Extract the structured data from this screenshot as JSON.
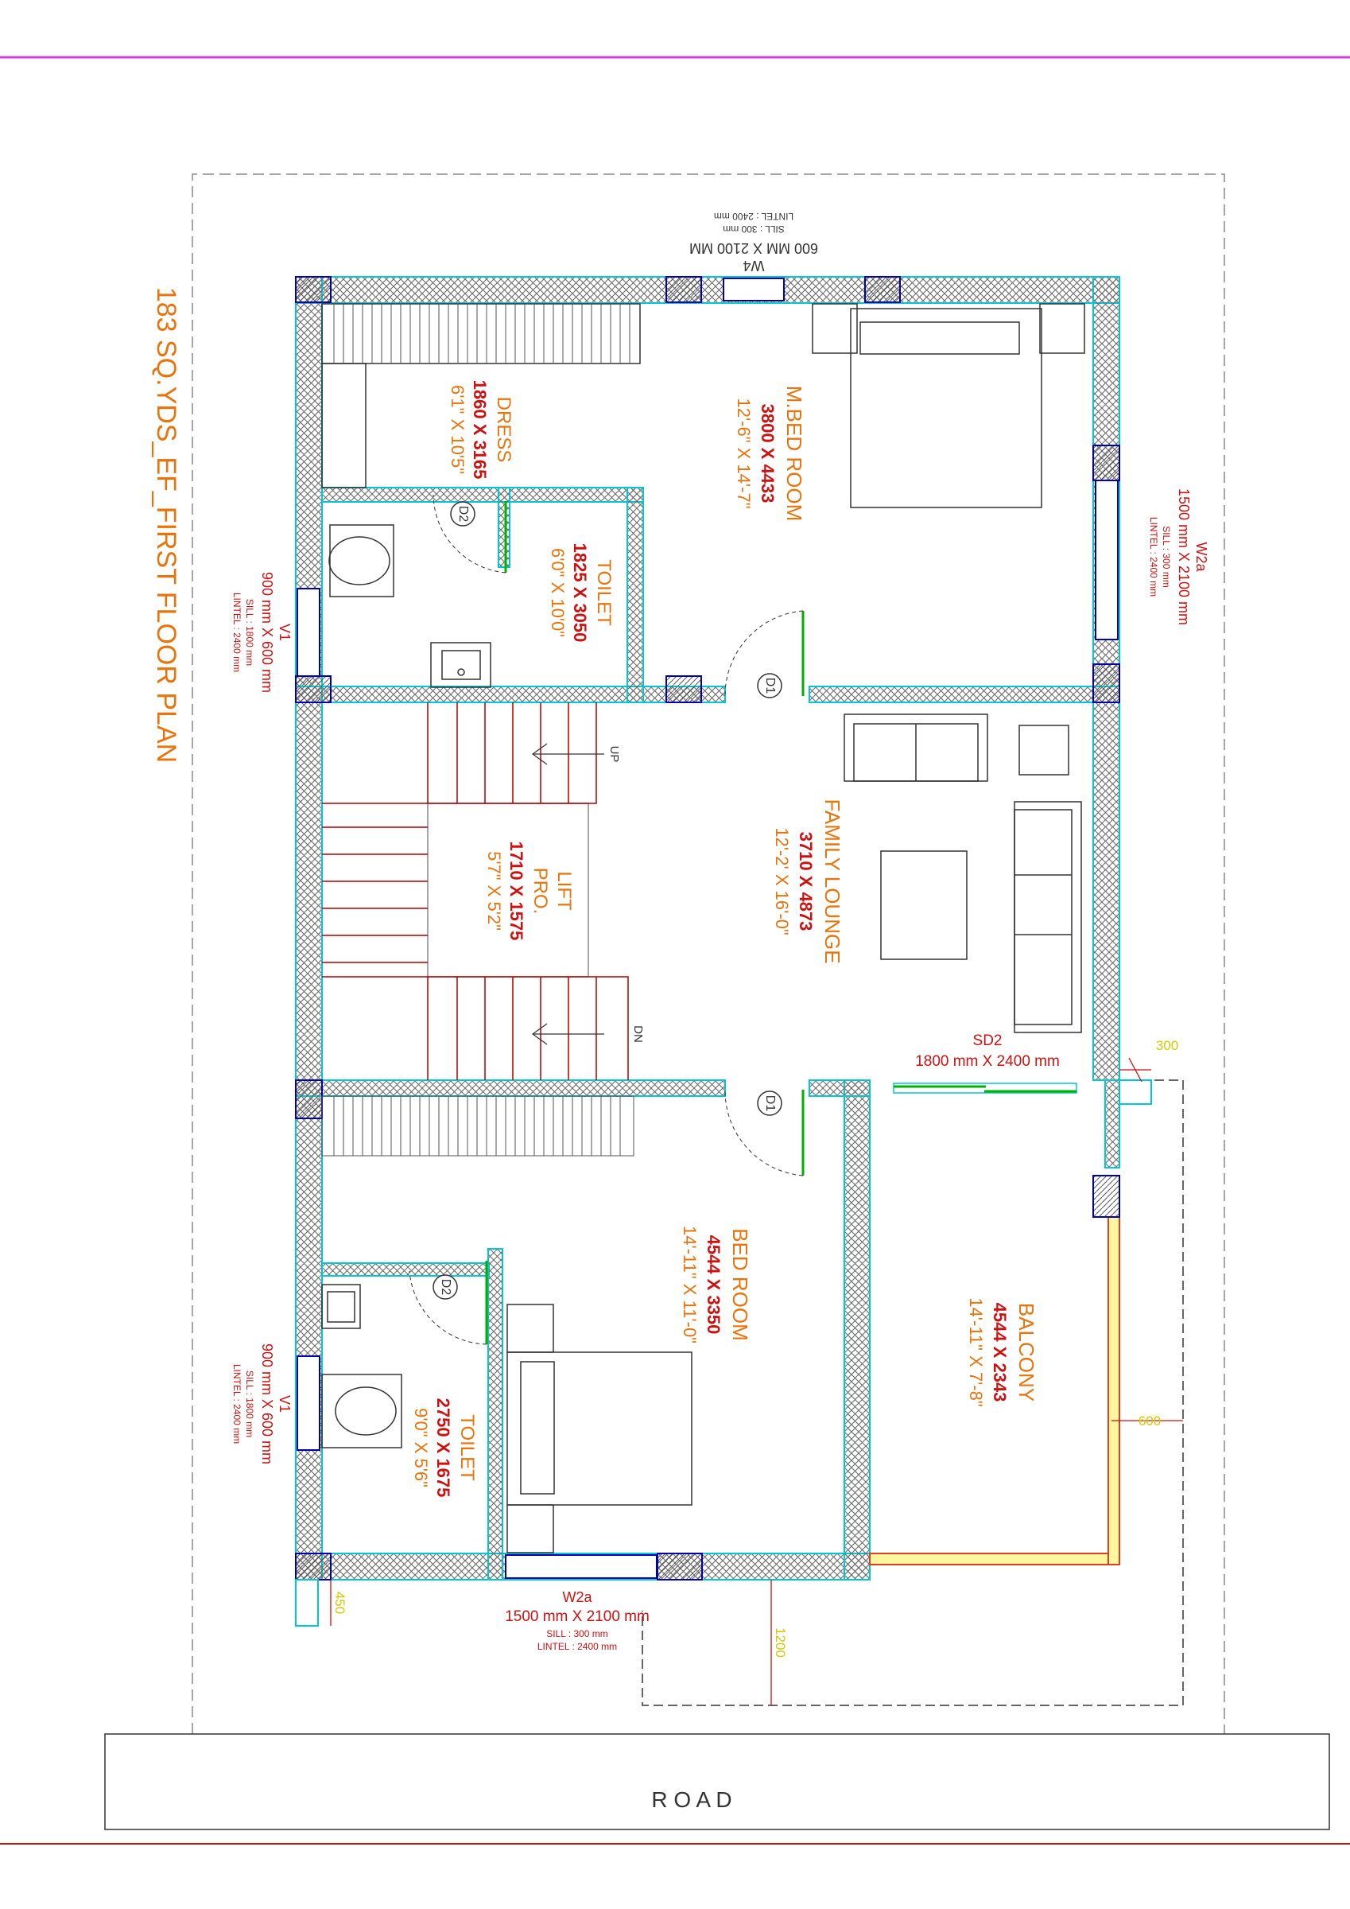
{
  "plan_title": "183 SQ.YDS_EF_FIRST FLOOR PLAN",
  "road_label": "R O A D",
  "colors": {
    "wall_outline": "#00c8d0",
    "wall_hatch": "#6a6a6a",
    "column_outline": "#0000b0",
    "room_name": "#e8740c",
    "dimension_text": "#cc1111",
    "door_leaf": "#00b000",
    "stair_lines": "#b00000",
    "dimension_yellow": "#d6c800",
    "title_bar": "#d040e0",
    "bottom_line": "#cc1111"
  },
  "rooms": {
    "master_bedroom": {
      "name": "M.BED ROOM",
      "size_mm": "3800 X 4433",
      "size_ft": "12'-6\" X 14'-7\""
    },
    "dress": {
      "name": "DRESS",
      "size_mm": "1860 X 3165",
      "size_ft": "6'1\" X 10'5\""
    },
    "toilet_1": {
      "name": "TOILET",
      "size_mm": "1825 X 3050",
      "size_ft": "6'0\" X 10'0\""
    },
    "family_lounge": {
      "name": "FAMILY LOUNGE",
      "size_mm": "3710 X 4873",
      "size_ft": "12'-2' X 16'-0\""
    },
    "lift": {
      "name_line1": "LIFT",
      "name_line2": "PRO.",
      "size_mm": "1710 X 1575",
      "size_ft": "5'7\" X 5'2\""
    },
    "bedroom": {
      "name": "BED ROOM",
      "size_mm": "4544 X 3350",
      "size_ft": "14'-11\" X 11'-0\""
    },
    "toilet_2": {
      "name": "TOILET",
      "size_mm": "2750 X 1675",
      "size_ft": "9'0\" X 5'6\""
    },
    "balcony": {
      "name": "BALCONY",
      "size_mm": "4544 X 2343",
      "size_ft": "14'-11\" X 7'-8\""
    }
  },
  "openings": {
    "w4": {
      "tag": "W4",
      "size": "600 MM X 2100 MM",
      "sill": "SILL   :  300 mm",
      "lintel": "LINTEL : 2400 mm"
    },
    "w2a_right": {
      "tag": "W2a",
      "size": "1500 mm X 2100 mm",
      "sill": "SILL  :  300 mm",
      "lintel": "LINTEL : 2400 mm"
    },
    "v1_top": {
      "tag": "V1",
      "size": "900 mm X 600 mm",
      "sill": "SILL   : 1800 mm",
      "lintel": "LINTEL : 2400 mm"
    },
    "v1_bottom": {
      "tag": "V1",
      "size": "900 mm X 600 mm",
      "sill": "SILL   : 1800 mm",
      "lintel": "LINTEL : 2400 mm"
    },
    "w2a_bottom": {
      "tag": "W2a",
      "size": "1500 mm X 2100 mm",
      "sill": "SILL    :  300 mm",
      "lintel": "LINTEL : 2400 mm"
    },
    "sd2": {
      "tag": "SD2",
      "size": "1800 mm X 2400 mm"
    }
  },
  "door_tags": {
    "d1": "D1",
    "d2": "D2"
  },
  "stairs": {
    "up": "UP",
    "down": "DN"
  },
  "dimensions": {
    "d300": "300",
    "d600": "600",
    "d450": "450",
    "d1200": "1200"
  }
}
